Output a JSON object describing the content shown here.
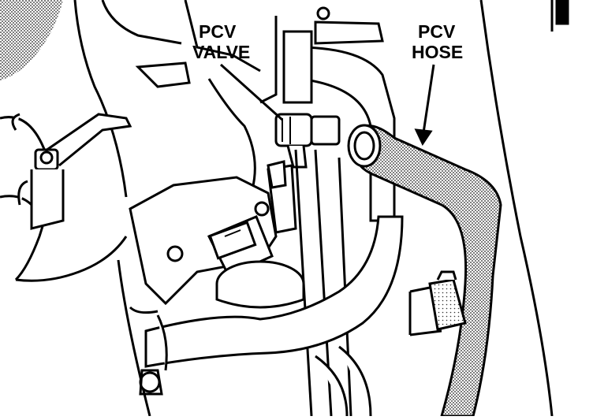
{
  "labels": {
    "pcv_valve_line1": "PCV",
    "pcv_valve_line2": "VALVE",
    "pcv_hose_line1": "PCV",
    "pcv_hose_line2": "HOSE"
  },
  "colors": {
    "ink": "#000000",
    "paper": "#ffffff",
    "shade": "#9a9a9a"
  }
}
